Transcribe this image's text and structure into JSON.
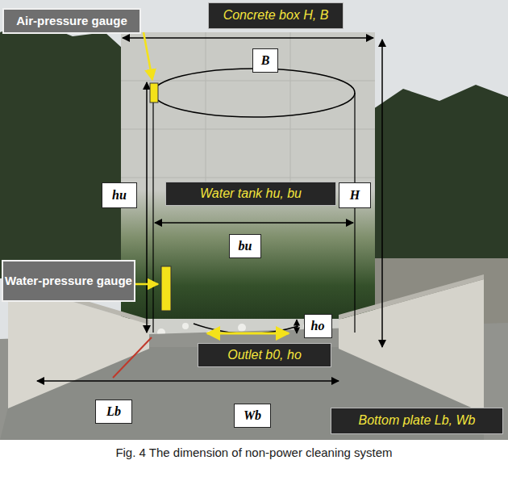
{
  "diagram": {
    "caption": "Fig. 4 The dimension of non-power cleaning system",
    "nodes": [
      {
        "text": [
          "Concrete box H, B"
        ]
      },
      {
        "text": [
          "Air-pressure gauge"
        ]
      },
      {
        "text": [
          "B"
        ]
      },
      {
        "text": [
          "hu"
        ]
      },
      {
        "text": [
          "Water tank hu, bu"
        ]
      },
      {
        "text": [
          "H"
        ]
      },
      {
        "text": [
          "bu"
        ]
      },
      {
        "text": [
          "Water-pressure gauge"
        ]
      },
      {
        "text": [
          "ho"
        ]
      },
      {
        "text": [
          "Outlet b0, ho"
        ]
      },
      {
        "text": [
          "Lb"
        ]
      },
      {
        "text": [
          "Wb"
        ]
      },
      {
        "text": [
          "Bottom plate Lb, Wb"
        ]
      }
    ]
  }
}
